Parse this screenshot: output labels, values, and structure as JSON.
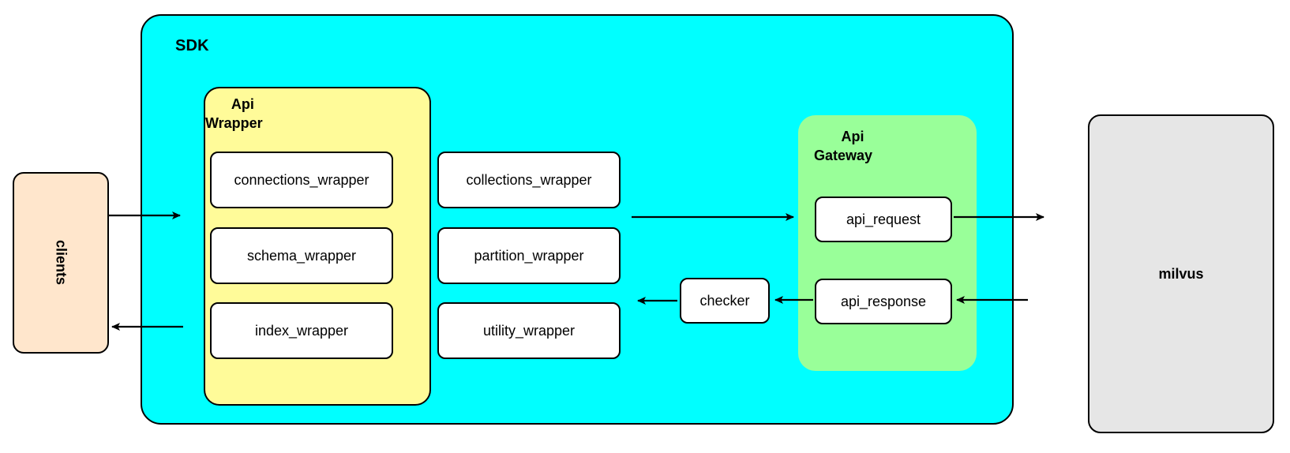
{
  "diagram": {
    "title": "Milvus SDK architecture diagram",
    "colors": {
      "sdk_fill": "#00FFFF",
      "api_wrapper_fill": "#FFFB99",
      "api_gateway_fill": "#99FF99",
      "clients_fill": "#FFE6CC",
      "milvus_fill": "#E6E6E6",
      "leaf_fill": "#FFFFFF",
      "stroke": "#000000"
    },
    "containers": {
      "sdk": {
        "label": "SDK"
      },
      "api_wrapper": {
        "label_line1": "Api",
        "label_line2": "Wrapper"
      },
      "api_gateway": {
        "label_line1": "Api",
        "label_line2": "Gateway"
      }
    },
    "external": {
      "clients": {
        "label": "clients"
      },
      "milvus": {
        "label": "milvus"
      }
    },
    "wrapper_modules": [
      {
        "label": "connections_wrapper"
      },
      {
        "label": "collections_wrapper"
      },
      {
        "label": "schema_wrapper"
      },
      {
        "label": "partition_wrapper"
      },
      {
        "label": "index_wrapper"
      },
      {
        "label": "utility_wrapper"
      }
    ],
    "gateway_modules": [
      {
        "label": "api_request"
      },
      {
        "label": "api_response"
      }
    ],
    "checker": {
      "label": "checker"
    },
    "flows": [
      {
        "from": "clients",
        "to": "api_wrapper",
        "direction": "right"
      },
      {
        "from": "api_wrapper",
        "to": "api_request",
        "direction": "right"
      },
      {
        "from": "api_request",
        "to": "milvus",
        "direction": "right"
      },
      {
        "from": "milvus",
        "to": "api_response",
        "direction": "left"
      },
      {
        "from": "api_response",
        "to": "checker",
        "direction": "left"
      },
      {
        "from": "checker",
        "to": "api_wrapper",
        "direction": "left"
      },
      {
        "from": "api_wrapper",
        "to": "clients",
        "direction": "left"
      }
    ]
  }
}
